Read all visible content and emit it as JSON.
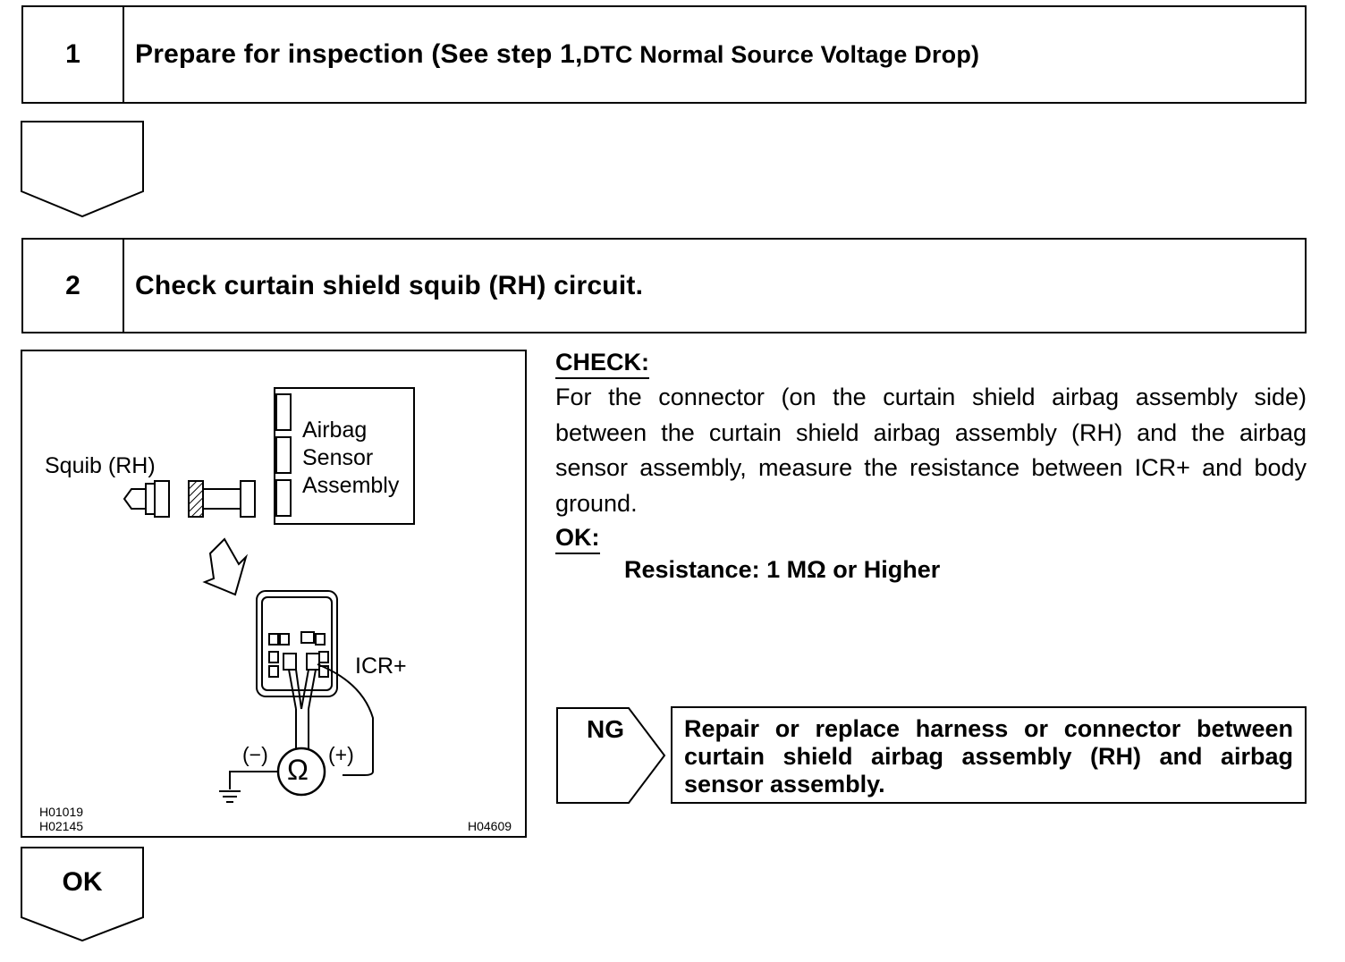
{
  "step1": {
    "number": "1",
    "title_main": "Prepare for inspection (See step 1,",
    "title_small": "DTC Normal Source Voltage Drop)"
  },
  "step2": {
    "number": "2",
    "title": "Check curtain shield squib (RH) circuit."
  },
  "figure": {
    "squib_label": "Squib (RH)",
    "sensor_label": [
      "Airbag",
      "Sensor",
      "Assembly"
    ],
    "terminal_label": "ICR+",
    "minus_label": "(−)",
    "plus_label": "(+)",
    "ohm_symbol": "Ω",
    "codes_left": [
      "H01019",
      "H02145"
    ],
    "code_right": "H04609"
  },
  "check": {
    "heading": "CHECK:",
    "text": "For the connector (on the curtain shield airbag assembly side) between the curtain shield airbag assembly (RH) and the airbag sensor assembly, measure the resistance between ICR+ and body ground.",
    "ok_heading": "OK:",
    "spec": "Resistance: 1 MΩ or Higher"
  },
  "ng": {
    "label": "NG",
    "action": "Repair or replace harness or connector between curtain shield airbag assembly (RH) and airbag sensor assembly."
  },
  "ok_arrow": {
    "label": "OK"
  }
}
